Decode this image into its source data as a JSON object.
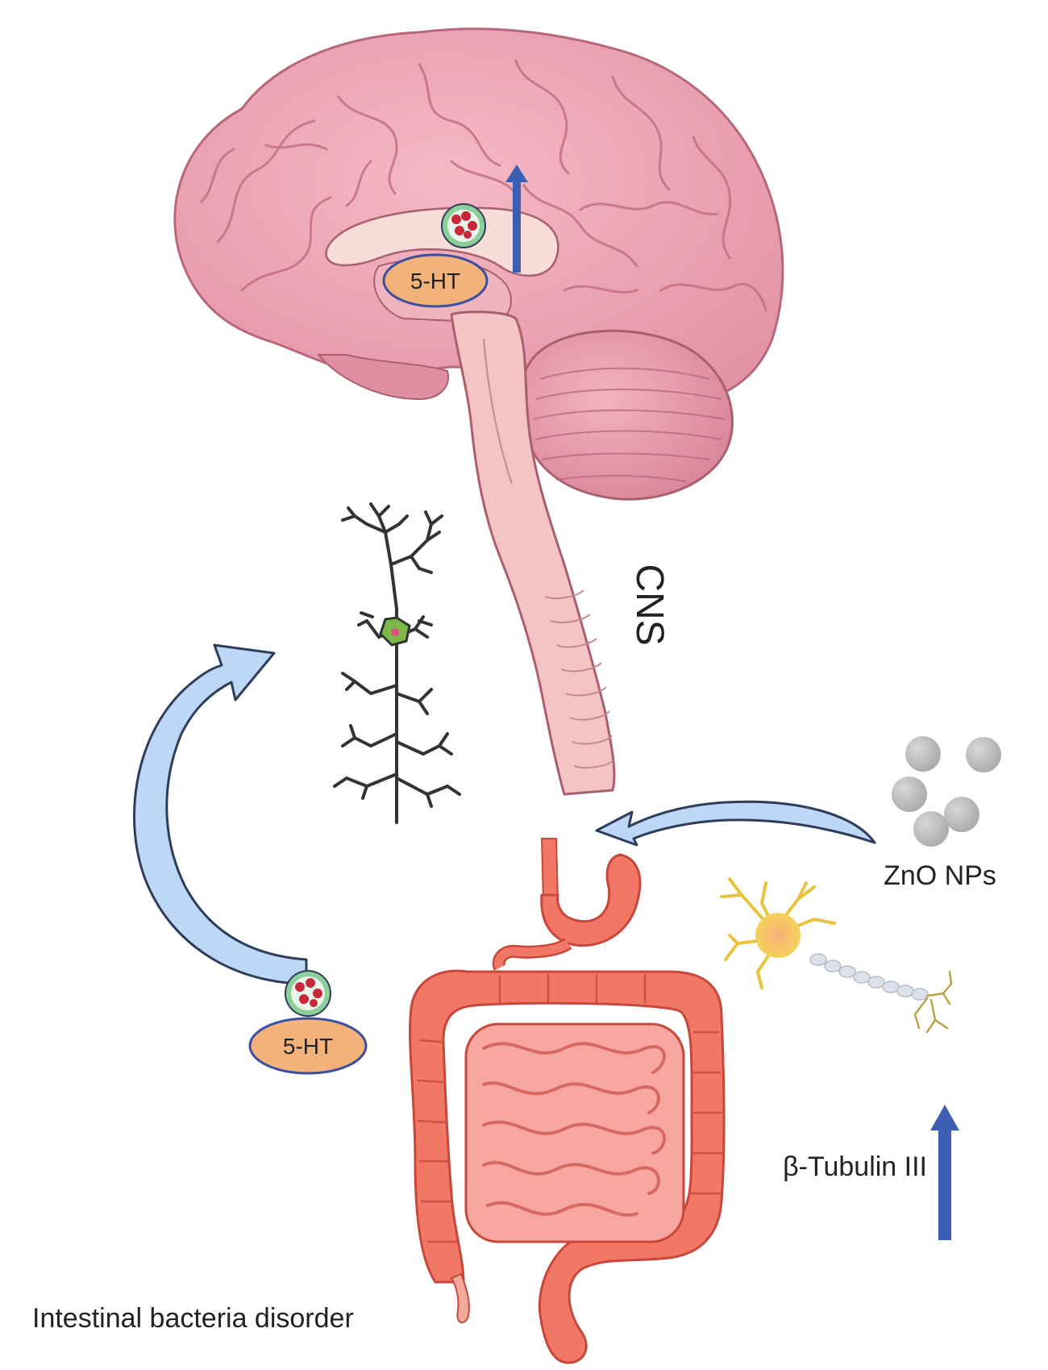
{
  "labels": {
    "brain_serotonin": "5-HT",
    "gut_serotonin": "5-HT",
    "cns": "CNS",
    "nanoparticles": "ZnO NPs",
    "tubulin": "β-Tubulin III",
    "bacteria": "Intestinal bacteria disorder"
  },
  "colors": {
    "brain_pink": "#eda1b0",
    "brain_dark": "#c96b80",
    "stem_pink": "#f4c4c4",
    "gut_red": "#f07864",
    "gut_dark": "#c8463a",
    "small_intestine": "#f7a7a0",
    "serotonin_fill": "#f2b27a",
    "serotonin_stroke": "#3a4fa0",
    "up_arrow": "#3d5fb3",
    "curve_arrow_fill": "#bcd8f6",
    "curve_arrow_stroke": "#2f3d5a",
    "nanoparticle_gray": "#bdbdbd",
    "neuron_green": "#7bb84a",
    "sensory_yellow": "#f5d25a"
  }
}
